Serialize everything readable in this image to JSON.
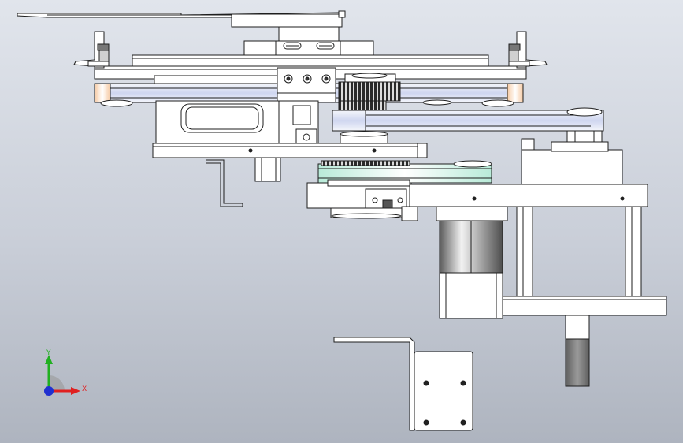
{
  "view": {
    "type": "cad-assembly-front-view",
    "colors": {
      "background_top": "#e1e5ec",
      "background_bottom": "#aeb4bf",
      "part_fill": "#ffffff",
      "part_edge": "#1e1e1e",
      "belt_tint": "#cfd6f0",
      "roller_tint": "#f2d2b4",
      "motor_steel": "#8a8a8a",
      "dark_block": "#7a7a7a"
    }
  },
  "triad": {
    "x_label": "X",
    "y_label": "Y",
    "x_color": "#e02020",
    "y_color": "#20b020",
    "z_color": "#2030d0"
  }
}
